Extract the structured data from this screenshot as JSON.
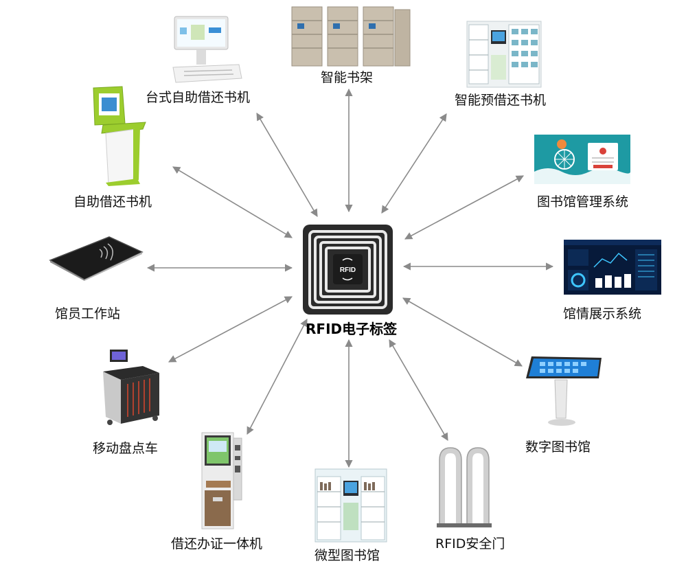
{
  "center": {
    "label": "RFID电子标签",
    "chip_text": "RFID"
  },
  "nodes": [
    {
      "id": "desktop",
      "label": "台式自助借还书机",
      "icon": "desktop-kiosk-icon"
    },
    {
      "id": "shelf",
      "label": "智能书架",
      "icon": "smart-bookshelf-icon"
    },
    {
      "id": "reserve",
      "label": "智能预借还书机",
      "icon": "reservation-cabinet-icon"
    },
    {
      "id": "selfservice",
      "label": "自助借还书机",
      "icon": "self-service-kiosk-icon"
    },
    {
      "id": "libsys",
      "label": "图书馆管理系统",
      "icon": "library-system-screen-icon"
    },
    {
      "id": "workstation",
      "label": "馆员工作站",
      "icon": "reader-pad-icon"
    },
    {
      "id": "display",
      "label": "馆情展示系统",
      "icon": "dashboard-screen-icon"
    },
    {
      "id": "cart",
      "label": "移动盘点车",
      "icon": "inventory-cart-icon"
    },
    {
      "id": "digital",
      "label": "数字图书馆",
      "icon": "touch-table-icon"
    },
    {
      "id": "cardmachine",
      "label": "借还办证一体机",
      "icon": "card-issuing-machine-icon"
    },
    {
      "id": "micro",
      "label": "微型图书馆",
      "icon": "micro-library-icon"
    },
    {
      "id": "gate",
      "label": "RFID安全门",
      "icon": "security-gate-icon"
    }
  ]
}
